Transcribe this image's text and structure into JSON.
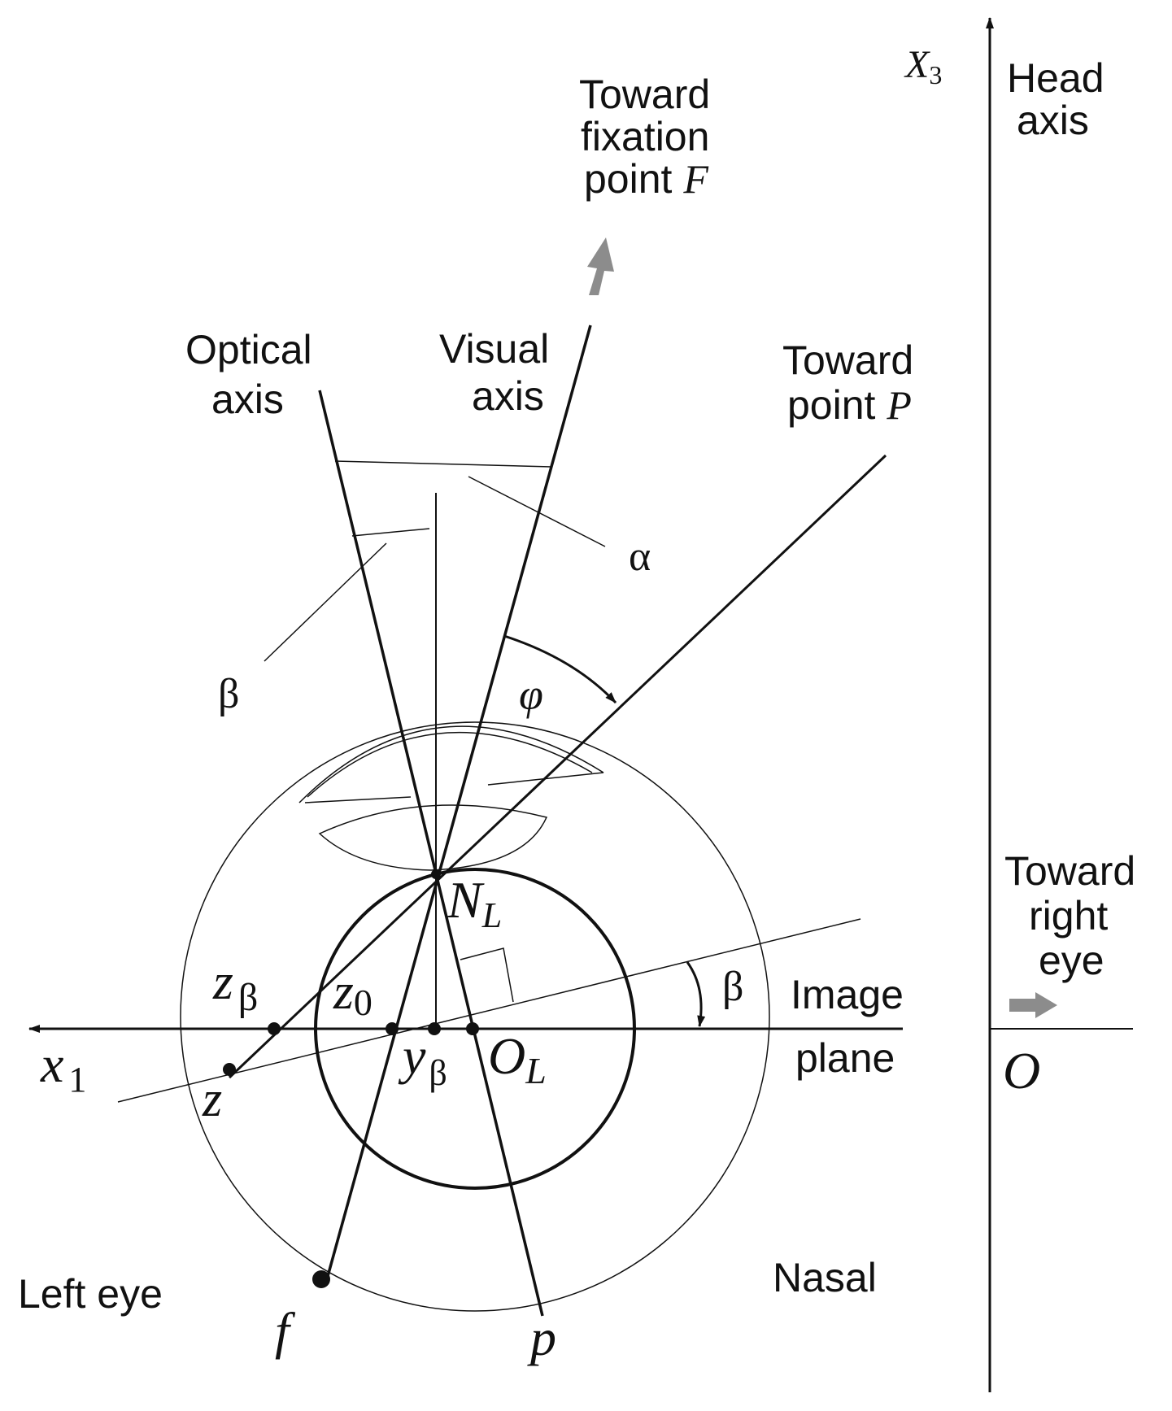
{
  "labels": {
    "toward_fixation_1": "Toward",
    "toward_fixation_2": "fixation",
    "toward_fixation_3": "point ",
    "fixation_symbol": "F",
    "head_axis_symbol_base": "X",
    "head_axis_symbol_sub": "3",
    "head_axis_1": "Head",
    "head_axis_2": "axis",
    "optical_axis_1": "Optical",
    "optical_axis_2": "axis",
    "visual_axis_1": "Visual",
    "visual_axis_2": "axis",
    "toward_point_1": "Toward",
    "toward_point_2": "point ",
    "point_symbol": "P",
    "alpha": "α",
    "beta_left": "β",
    "phi": "φ",
    "beta_right": "β",
    "toward_right_eye_1": "Toward",
    "toward_right_eye_2": "right",
    "toward_right_eye_3": "eye",
    "nodal_base": "N",
    "nodal_sub": "L",
    "image_plane_1": "Image",
    "image_plane_2": "plane",
    "z_beta_base": "z",
    "z_beta_sub": "β",
    "z0_base": "z",
    "z0_sub": "0",
    "y_beta_base": "y",
    "y_beta_sub": "β",
    "ol_base": "O",
    "ol_sub": "L",
    "x1_base": "x",
    "x1_sub": "1",
    "z_point": "z",
    "origin": "O",
    "left_eye": "Left eye",
    "nasal": "Nasal",
    "f_point": "f",
    "p_point": "p"
  },
  "colors": {
    "ink": "#111111",
    "gray_arrow": "#8c8c8c"
  }
}
